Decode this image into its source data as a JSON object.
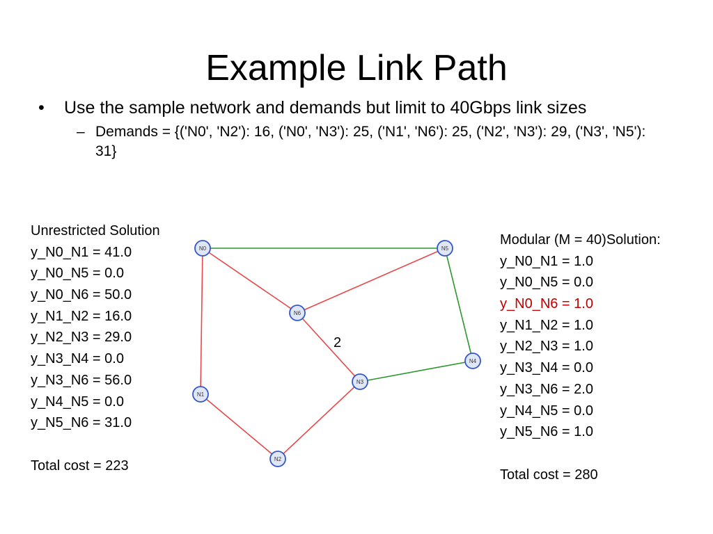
{
  "slide": {
    "title": "Example Link Path",
    "bullet": "Use the sample network and demands but limit to 40Gbps link sizes",
    "sub_bullet": "Demands = {('N0', 'N2'): 16, ('N0', 'N3'): 25, ('N1', 'N6'): 25, ('N2', 'N3'): 29, ('N3', 'N5'): 31}"
  },
  "unrestricted": {
    "heading": "Unrestricted Solution",
    "lines": [
      "y_N0_N1 = 41.0",
      "y_N0_N5 = 0.0",
      "y_N0_N6 = 50.0",
      "y_N1_N2 = 16.0",
      "y_N2_N3 = 29.0",
      "y_N3_N4 = 0.0",
      "y_N3_N6 = 56.0",
      "y_N4_N5 = 0.0",
      "y_N5_N6 = 31.0"
    ],
    "total": "Total cost = 223"
  },
  "modular": {
    "heading": "Modular (M = 40)Solution:",
    "lines": [
      "y_N0_N1 = 1.0",
      "y_N0_N5 = 0.0",
      "y_N0_N6 = 1.0",
      "y_N1_N2 = 1.0",
      "y_N2_N3 = 1.0",
      "y_N3_N4 = 0.0",
      "y_N3_N6 = 2.0",
      "y_N4_N5 = 0.0",
      "y_N5_N6 = 1.0"
    ],
    "highlight_line": "y_N0_N6 = 1.0",
    "highlight_color": "#c00000",
    "total": "Total cost = 280"
  },
  "graph": {
    "nodes": [
      "N0",
      "N1",
      "N2",
      "N3",
      "N4",
      "N5",
      "N6"
    ],
    "edges": [
      {
        "from": "N0",
        "to": "N1",
        "color": "#e84848"
      },
      {
        "from": "N0",
        "to": "N6",
        "color": "#e84848"
      },
      {
        "from": "N1",
        "to": "N2",
        "color": "#e84848"
      },
      {
        "from": "N2",
        "to": "N3",
        "color": "#e84848"
      },
      {
        "from": "N3",
        "to": "N6",
        "color": "#e84848"
      },
      {
        "from": "N5",
        "to": "N6",
        "color": "#e84848"
      },
      {
        "from": "N0",
        "to": "N5",
        "color": "#2a962a"
      },
      {
        "from": "N5",
        "to": "N4",
        "color": "#2a962a"
      },
      {
        "from": "N3",
        "to": "N4",
        "color": "#2a962a"
      }
    ],
    "edge_label": "2",
    "node_fill": "#dfe6f5",
    "node_stroke": "#3355cc"
  }
}
